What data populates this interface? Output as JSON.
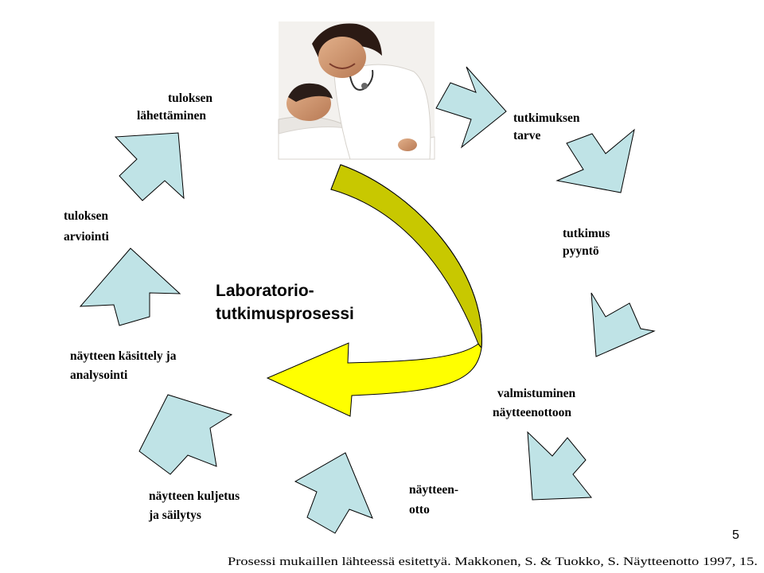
{
  "title_lines": [
    "Laboratorio-",
    "tutkimusprosessi"
  ],
  "steps": [
    {
      "lines": [
        "tutkimuksen",
        "tarve"
      ]
    },
    {
      "lines": [
        "tutkimus",
        "pyyntö"
      ]
    },
    {
      "lines": [
        "valmistuminen",
        "näytteenottoon"
      ]
    },
    {
      "lines": [
        "näytteen-",
        "otto"
      ]
    },
    {
      "lines": [
        "näytteen kuljetus",
        "ja säilytys"
      ]
    },
    {
      "lines": [
        "näytteen käsittely ja",
        "analysointi"
      ]
    },
    {
      "lines": [
        "tuloksen",
        "arviointi"
      ]
    },
    {
      "lines": [
        "tuloksen",
        "lähettäminen"
      ]
    }
  ],
  "page_number": "5",
  "citation": "Prosessi mukaillen lähteessä esitettyä. Makkonen, S. & Tuokko, S. Näytteenotto 1997, 15.",
  "colors": {
    "arrow_fill": "#bfe3e6",
    "big_arrow_gold": "#c8c800",
    "big_arrow_yellow": "#ffff00"
  }
}
